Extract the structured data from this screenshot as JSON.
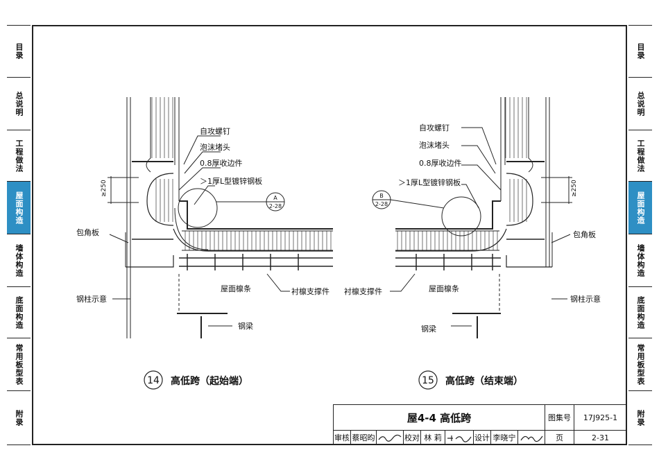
{
  "side_tabs": [
    "目录",
    "总说明",
    "工程做法",
    "屋面构造",
    "墙体构造",
    "底面构造",
    "常用板型表",
    "附录"
  ],
  "active_tab_index": 3,
  "accent_color": "#2e8fc4",
  "detail_left": {
    "number": "14",
    "title": "高低跨（起始端）",
    "labels": {
      "screw": "自攻螺钉",
      "foam_plug": "泡沫堵头",
      "edge_piece": "0.8厚收边件",
      "l_plate": "＞1厚L型镀锌钢板",
      "corner_board": "包角板",
      "column": "钢柱示意",
      "purlin": "屋面檩条",
      "support": "衬檩支撑件",
      "beam": "钢梁",
      "dim": "≥250"
    },
    "callout": {
      "letter": "A",
      "sheet": "2-28"
    }
  },
  "detail_right": {
    "number": "15",
    "title": "高低跨（结束端）",
    "labels": {
      "screw": "自攻螺钉",
      "foam_plug": "泡沫堵头",
      "edge_piece": "0.8厚收边件",
      "l_plate": "＞1厚L型镀锌钢板",
      "corner_board": "包角板",
      "column": "钢柱示意",
      "purlin": "屋面檩条",
      "support": "衬檩支撑件",
      "beam": "钢梁",
      "dim": "≥250"
    },
    "callout": {
      "letter": "B",
      "sheet": "2-28"
    }
  },
  "title_block": {
    "drawing_title": "屋4-4 高低跨",
    "atlas_label": "图集号",
    "atlas_number": "17J925-1",
    "page_label": "页",
    "page_number": "2-31",
    "review_label": "审核",
    "reviewer": "蔡昭昀",
    "check_label": "校对",
    "checker": "林 莉",
    "design_label": "设计",
    "designer": "李晓宁"
  }
}
